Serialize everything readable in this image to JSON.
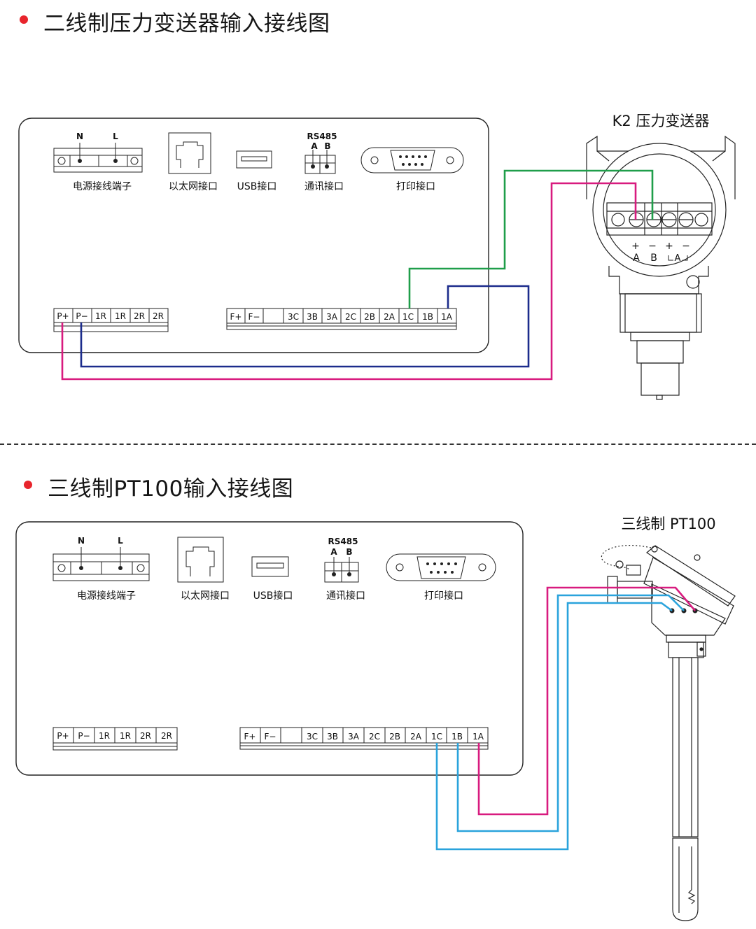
{
  "section1": {
    "title": "二线制压力变送器输入接线图",
    "device_label": "K2 压力变送器",
    "device_terms": [
      "A",
      "B"
    ]
  },
  "section2": {
    "title": "三线制PT100输入接线图",
    "device_label": "三线制 PT100"
  },
  "panel": {
    "power_n": "N",
    "power_l": "L",
    "rs485": "RS485",
    "rs_a": "A",
    "rs_b": "B",
    "port_labels": {
      "power": "电源接线端子",
      "ethernet": "以太网接口",
      "usb": "USB接口",
      "comm": "通讯接口",
      "print": "打印接口"
    },
    "left_terminals": [
      "P+",
      "P−",
      "1R",
      "1R",
      "2R",
      "2R"
    ],
    "right_terminals": [
      "F+",
      "F−",
      "",
      "3C",
      "3B",
      "3A",
      "2C",
      "2B",
      "2A",
      "1C",
      "1B",
      "1A"
    ]
  },
  "colors": {
    "accent_dot": "#e8242c",
    "wire_green": "#1f9e4a",
    "wire_magenta": "#d81b7f",
    "wire_navy": "#1c2c8c",
    "wire_cyan": "#2aa3dc"
  }
}
